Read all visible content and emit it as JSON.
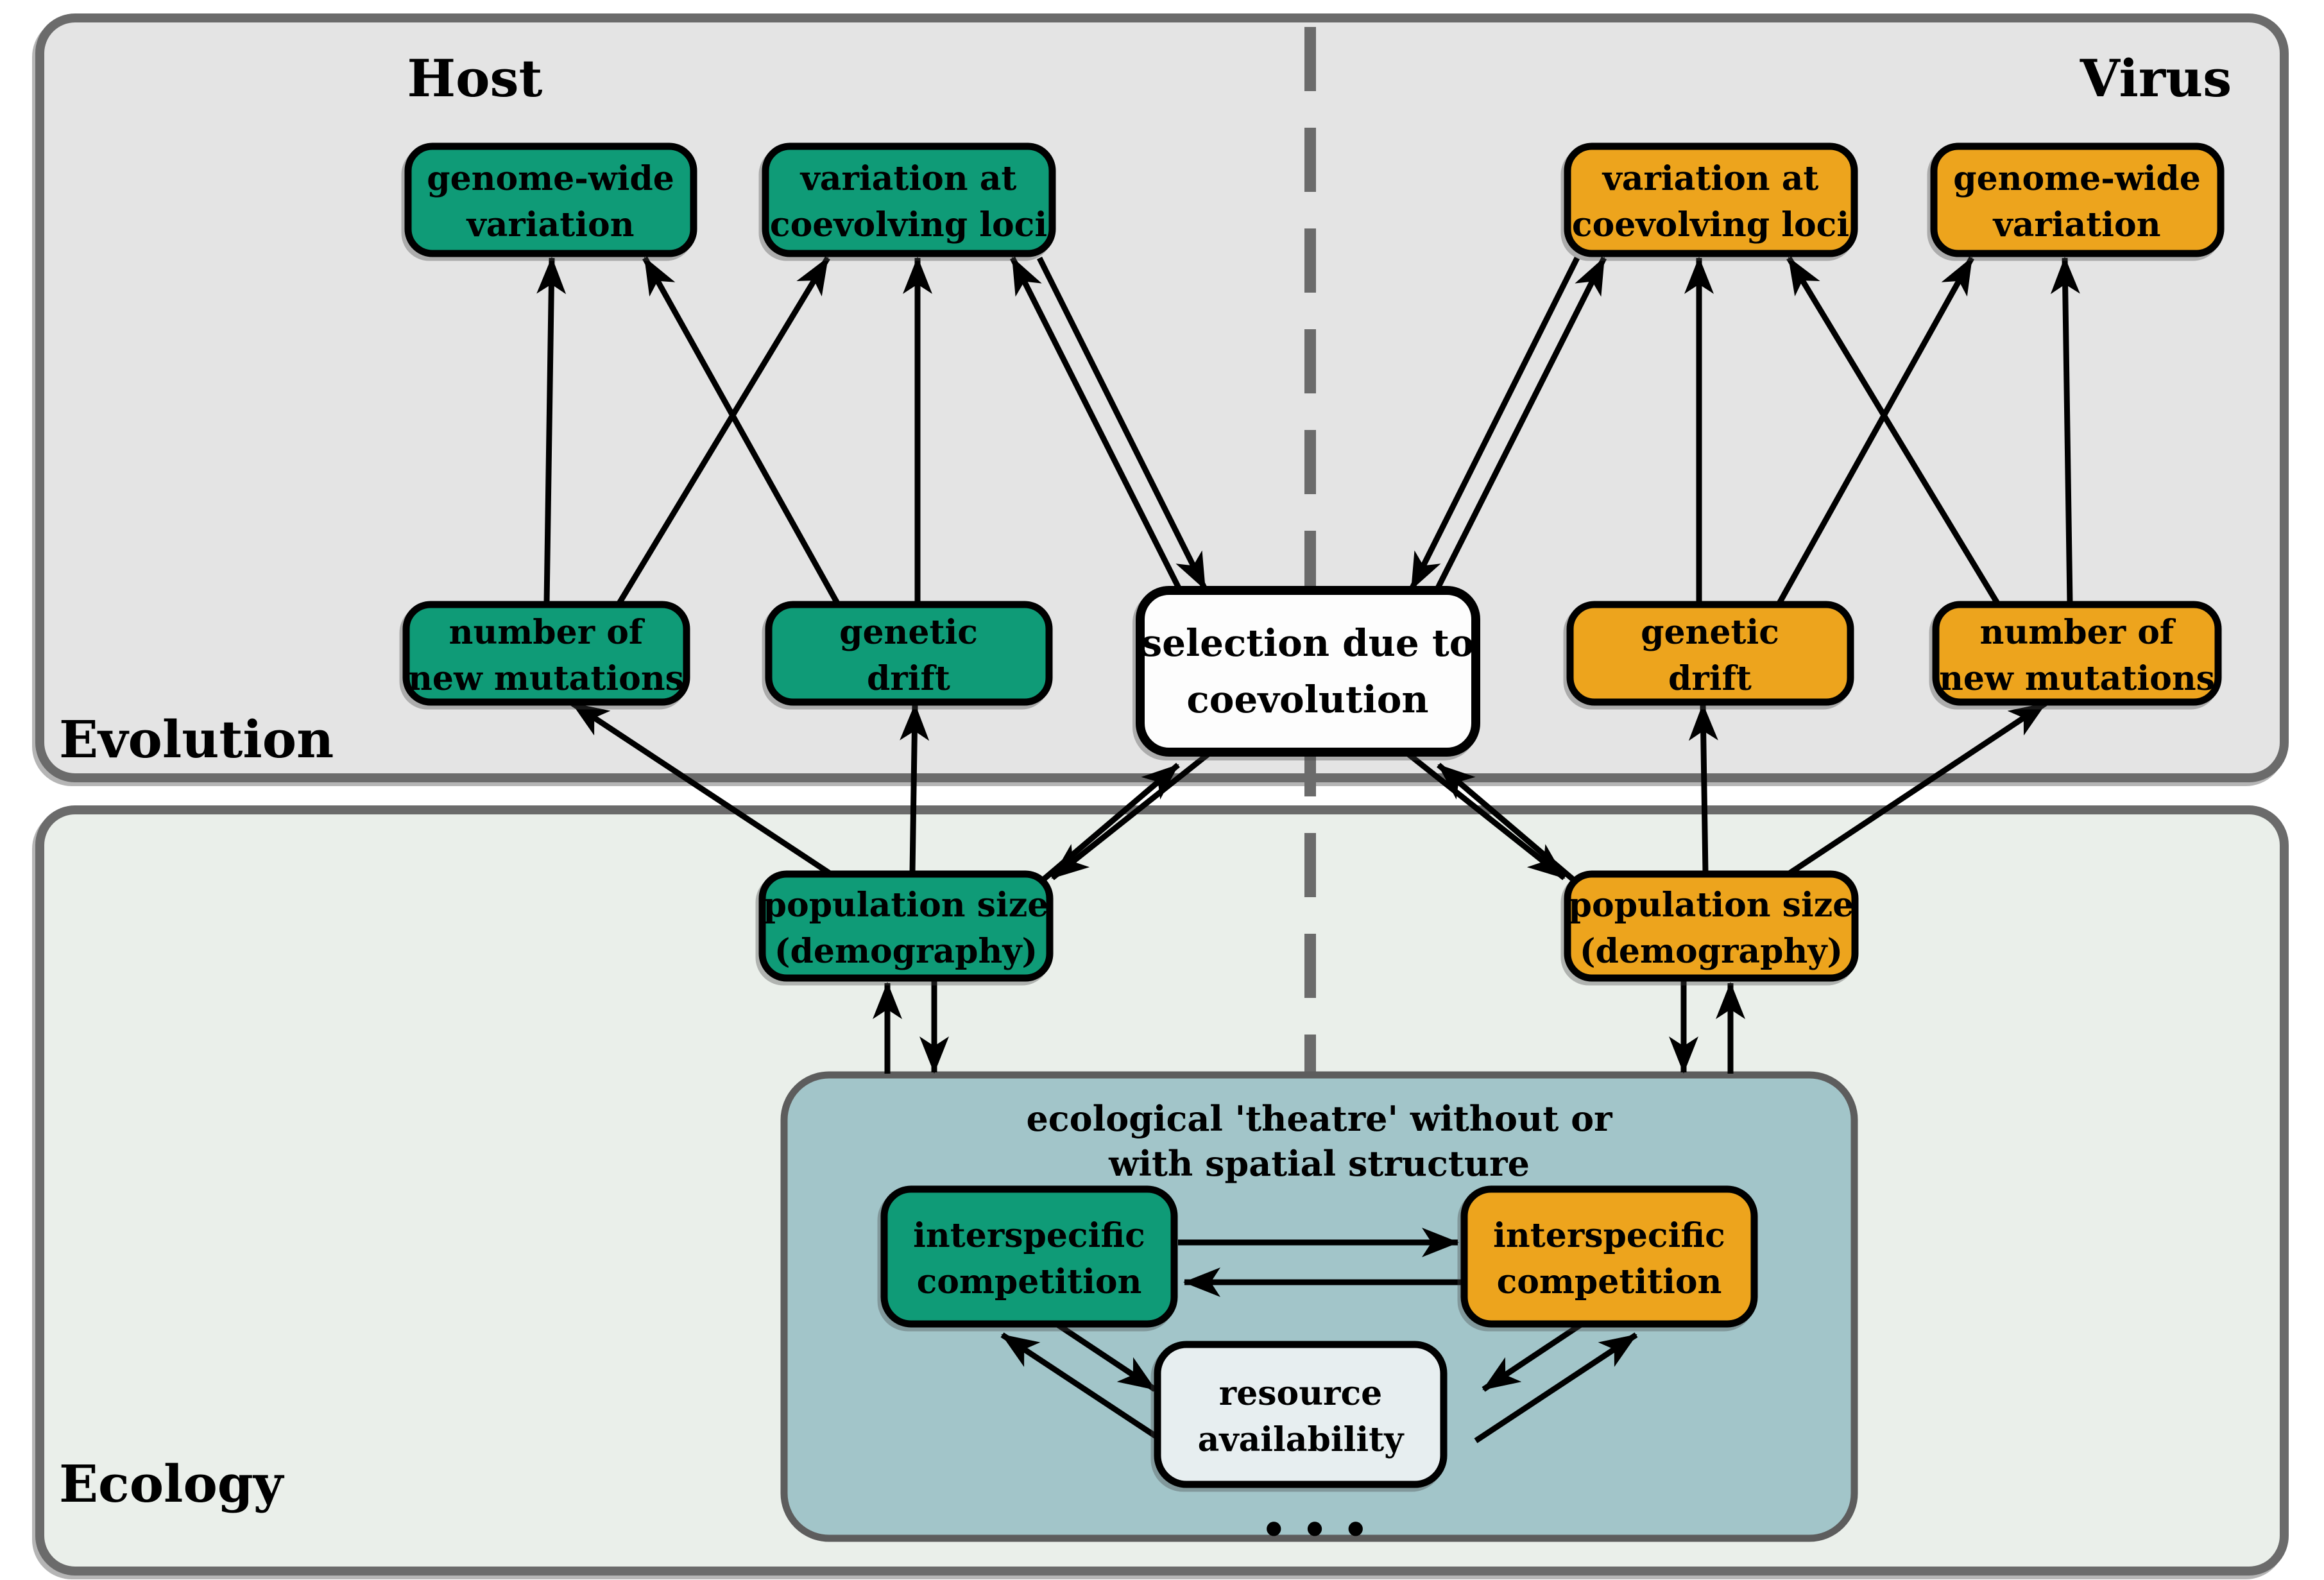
{
  "colors": {
    "green": "#0f9b77",
    "orange": "#eda41d",
    "white_box": "#fdfdfd",
    "pale_box": "#e7eef0",
    "theatre": "#a2c5c9",
    "evolution_panel": "#e4e4e4",
    "ecology_panel": "#eaefea",
    "panel_border": "#6b6b6b",
    "theatre_border": "#5d5d5d",
    "divider": "#6b6b6b"
  },
  "headers": {
    "host": "Host",
    "virus": "Virus"
  },
  "panels": {
    "evolution": "Evolution",
    "ecology": "Ecology"
  },
  "boxes": {
    "host_genome": {
      "line1": "genome-wide",
      "line2": "variation"
    },
    "host_loci": {
      "line1": "variation at",
      "line2": "coevolving loci"
    },
    "virus_loci": {
      "line1": "variation at",
      "line2": "coevolving loci"
    },
    "virus_genome": {
      "line1": "genome-wide",
      "line2": "variation"
    },
    "host_mutations": {
      "line1": "number of",
      "line2": "new mutations"
    },
    "host_drift": {
      "line1": "genetic",
      "line2": "drift"
    },
    "selection": {
      "line1": "selection due to",
      "line2": "coevolution"
    },
    "virus_drift": {
      "line1": "genetic",
      "line2": "drift"
    },
    "virus_mutations": {
      "line1": "number of",
      "line2": "new mutations"
    },
    "host_population": {
      "line1": "population size",
      "line2": "(demography)"
    },
    "virus_population": {
      "line1": "population size",
      "line2": "(demography)"
    },
    "host_competition": {
      "line1": "interspecific",
      "line2": "competition"
    },
    "virus_competition": {
      "line1": "interspecific",
      "line2": "competition"
    },
    "resource": {
      "line1": "resource",
      "line2": "availability"
    }
  },
  "theatre": {
    "title_line1": "ecological 'theatre' without or",
    "title_line2": "with spatial structure",
    "dots": "..."
  }
}
